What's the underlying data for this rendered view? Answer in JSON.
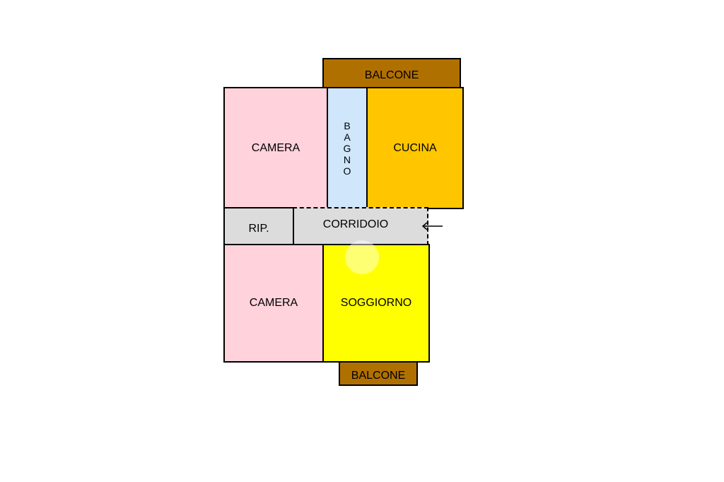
{
  "floorplan": {
    "rooms": {
      "balcone_top": "BALCONE",
      "camera_top": "CAMERA",
      "bagno": "BAGNO",
      "cucina": "CUCINA",
      "rip": "RIP.",
      "corridoio": "CORRIDOIO",
      "camera_bottom": "CAMERA",
      "soggiorno": "SOGGIORNO",
      "balcone_bottom": "BALCONE"
    },
    "colors": {
      "balcone": "#b07000",
      "camera": "#ffd2dc",
      "bagno": "#cfe6fb",
      "cucina": "#ffc600",
      "corridoio": "#dcdcdc",
      "soggiorno": "#ffff00"
    },
    "icons": {
      "entrance": "arrow-left-icon"
    }
  }
}
